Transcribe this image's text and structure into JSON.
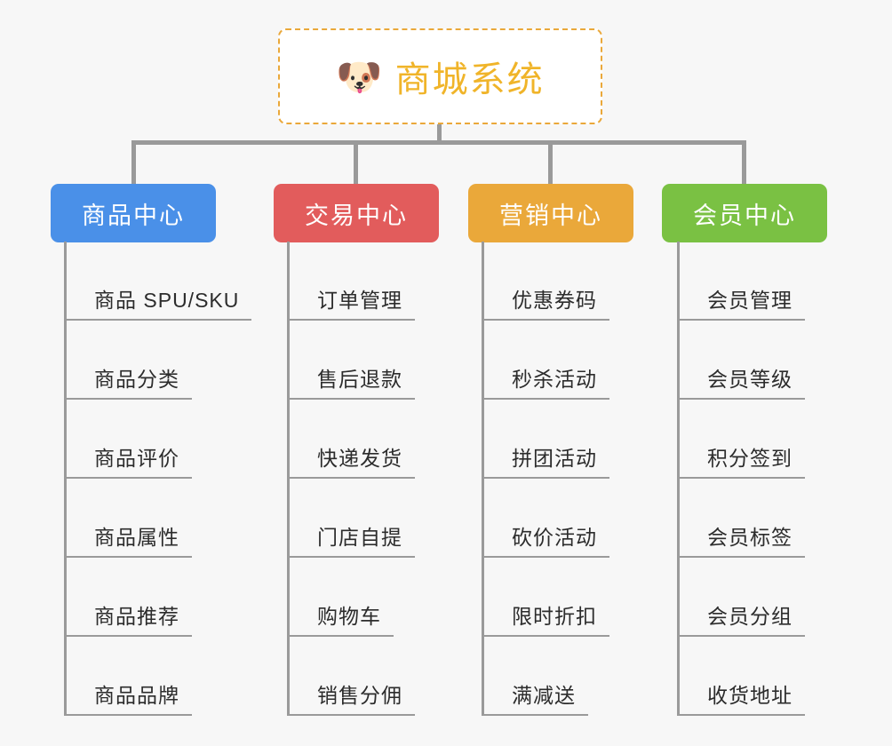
{
  "page": {
    "background_color": "#f7f7f7",
    "line_color": "#9a9a9a"
  },
  "root": {
    "icon": "shiba-dog-face-emoji",
    "icon_glyph": "🐶",
    "title": "商城系统",
    "text_color": "#f0b429",
    "border_color": "#eaa83a",
    "background_color": "#ffffff"
  },
  "branches": [
    {
      "id": "product-center",
      "label": "商品中心",
      "color": "#4a90e8",
      "items": [
        "商品 SPU/SKU",
        "商品分类",
        "商品评价",
        "商品属性",
        "商品推荐",
        "商品品牌"
      ]
    },
    {
      "id": "trade-center",
      "label": "交易中心",
      "color": "#e25c5c",
      "items": [
        "订单管理",
        "售后退款",
        "快递发货",
        "门店自提",
        "购物车",
        "销售分佣"
      ]
    },
    {
      "id": "marketing-center",
      "label": "营销中心",
      "color": "#eaa83a",
      "items": [
        "优惠券码",
        "秒杀活动",
        "拼团活动",
        "砍价活动",
        "限时折扣",
        "满减送"
      ]
    },
    {
      "id": "member-center",
      "label": "会员中心",
      "color": "#7ac143",
      "items": [
        "会员管理",
        "会员等级",
        "积分签到",
        "会员标签",
        "会员分组",
        "收货地址"
      ]
    }
  ]
}
